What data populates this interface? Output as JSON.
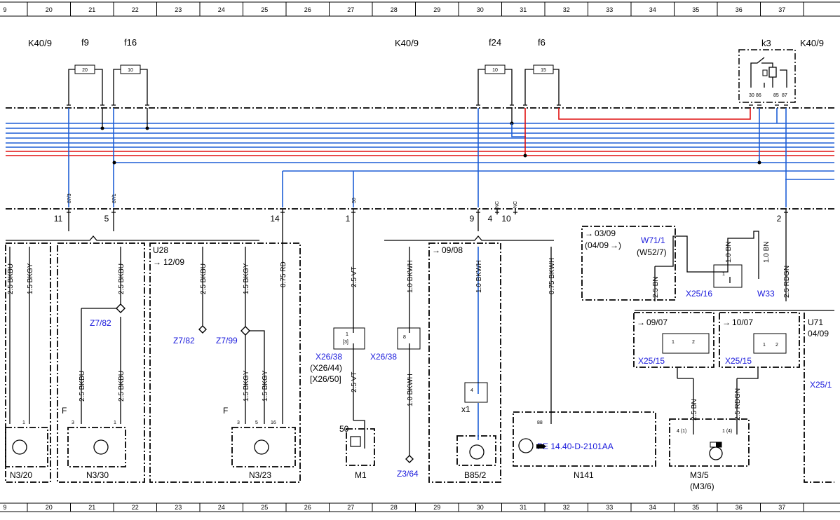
{
  "ruler": {
    "top": [
      "9",
      "20",
      "21",
      "22",
      "23",
      "24",
      "25",
      "26",
      "27",
      "28",
      "29",
      "30",
      "31",
      "32",
      "33",
      "34",
      "35",
      "36",
      "37"
    ],
    "bottom": [
      "9",
      "20",
      "21",
      "22",
      "23",
      "24",
      "25",
      "26",
      "27",
      "28",
      "29",
      "30",
      "31",
      "32",
      "33",
      "34",
      "35",
      "36",
      "37"
    ]
  },
  "top_labels": {
    "k40_left": "K40/9",
    "f9": "f9",
    "f16": "f16",
    "k40_mid": "K40/9",
    "f24": "f24",
    "f6": "f6",
    "k3": "k3",
    "k40_right": "K40/9"
  },
  "fuses": {
    "f9": "20",
    "f16": "10",
    "f24": "10",
    "f6": "15"
  },
  "relay_pins": {
    "p30": "30",
    "p86": "86",
    "p85": "85",
    "p87": "87"
  },
  "connector_pins": {
    "p87_3": "87/3",
    "p87_1": "87/1",
    "p50": "50",
    "nc1": "NC",
    "nc2": "NC",
    "n11": "11",
    "n5": "5",
    "n14": "14",
    "n1": "1",
    "n9": "9",
    "n4": "4",
    "n10": "10",
    "n2": "2"
  },
  "variants": {
    "u28": "U28",
    "from_12_09": "12/09",
    "from_09_08": "09/08",
    "from_03_09": "03/09",
    "paren_04_09": "(04/09",
    "from_09_07": "09/07",
    "from_10_07": "10/07",
    "u71": "U71",
    "u71_date": "04/09"
  },
  "wires": {
    "w1": "2.5 BKBU",
    "w2": "1.5 BKGY",
    "w3": "2.5 BKBU",
    "w4": "2.5 BKBU",
    "w5": "1.5 BKGY",
    "w6": "0.75 RD",
    "w7": "2.5 VT",
    "w8": "1.0 BKWH",
    "w9": "1.0 BKWH",
    "w10": "0.75 BKWH",
    "w11": "2.5 BKBU",
    "w12": "2.5 BKBU",
    "w13": "1.5 BKGY",
    "w14": "1.5 BKGY",
    "w15": "2.5 VT",
    "w16": "1.0 BKWH",
    "w17": "1.0 BN",
    "w18": "1.0 BN",
    "w19": "2.5 RDGN",
    "w20": "2.5 BN",
    "w21": "2.5 BN",
    "w22": "2.5 RDGN"
  },
  "refs": {
    "z7_82a": "Z7/82",
    "z7_82b": "Z7/82",
    "z7_99": "Z7/99",
    "x26_38a": "X26/38",
    "x26_38b": "X26/38",
    "x26_44": "(X26/44)",
    "x26_50": "[X26/50]",
    "w71_1": "W71/1",
    "w52_7": "(W52/7)",
    "x25_16": "X25/16",
    "w33": "W33",
    "x25_15a": "X25/15",
    "x25_15b": "X25/15",
    "x25_1": "X25/1",
    "z3_64": "Z3/64",
    "pe": "PE 14.40-D-2101AA"
  },
  "components": {
    "n3_20": "N3/20",
    "n3_30": "N3/30",
    "n3_23": "N3/23",
    "m1": "M1",
    "b85_2": "B85/2",
    "n141": "N141",
    "m3_5": "M3/5",
    "m3_6": "(M3/6)"
  },
  "small": {
    "pin_1a": "1",
    "pin_3a": "3",
    "pin_1b": "1",
    "pin_3b": "3",
    "pin_5": "5",
    "pin_16": "16",
    "f_a": "F",
    "f_b": "F",
    "x1": "x1",
    "pin_50": "50",
    "pin_88": "88",
    "m35_4": "4 (1)",
    "m35_1": "1 (4)",
    "x26_pin1": "1",
    "x26_pin3": "[3]",
    "x26b_pin8": "8",
    "b85_pin4": "4",
    "x25_16_pin1": "1",
    "x25_15a_1": "1",
    "x25_15a_2": "2",
    "x25_15b_1": "1",
    "x25_15b_2": "2"
  },
  "colors": {
    "blue_wire": "#1e5fd6",
    "red_wire": "#e01010",
    "ref_blue": "#1a1adc"
  }
}
